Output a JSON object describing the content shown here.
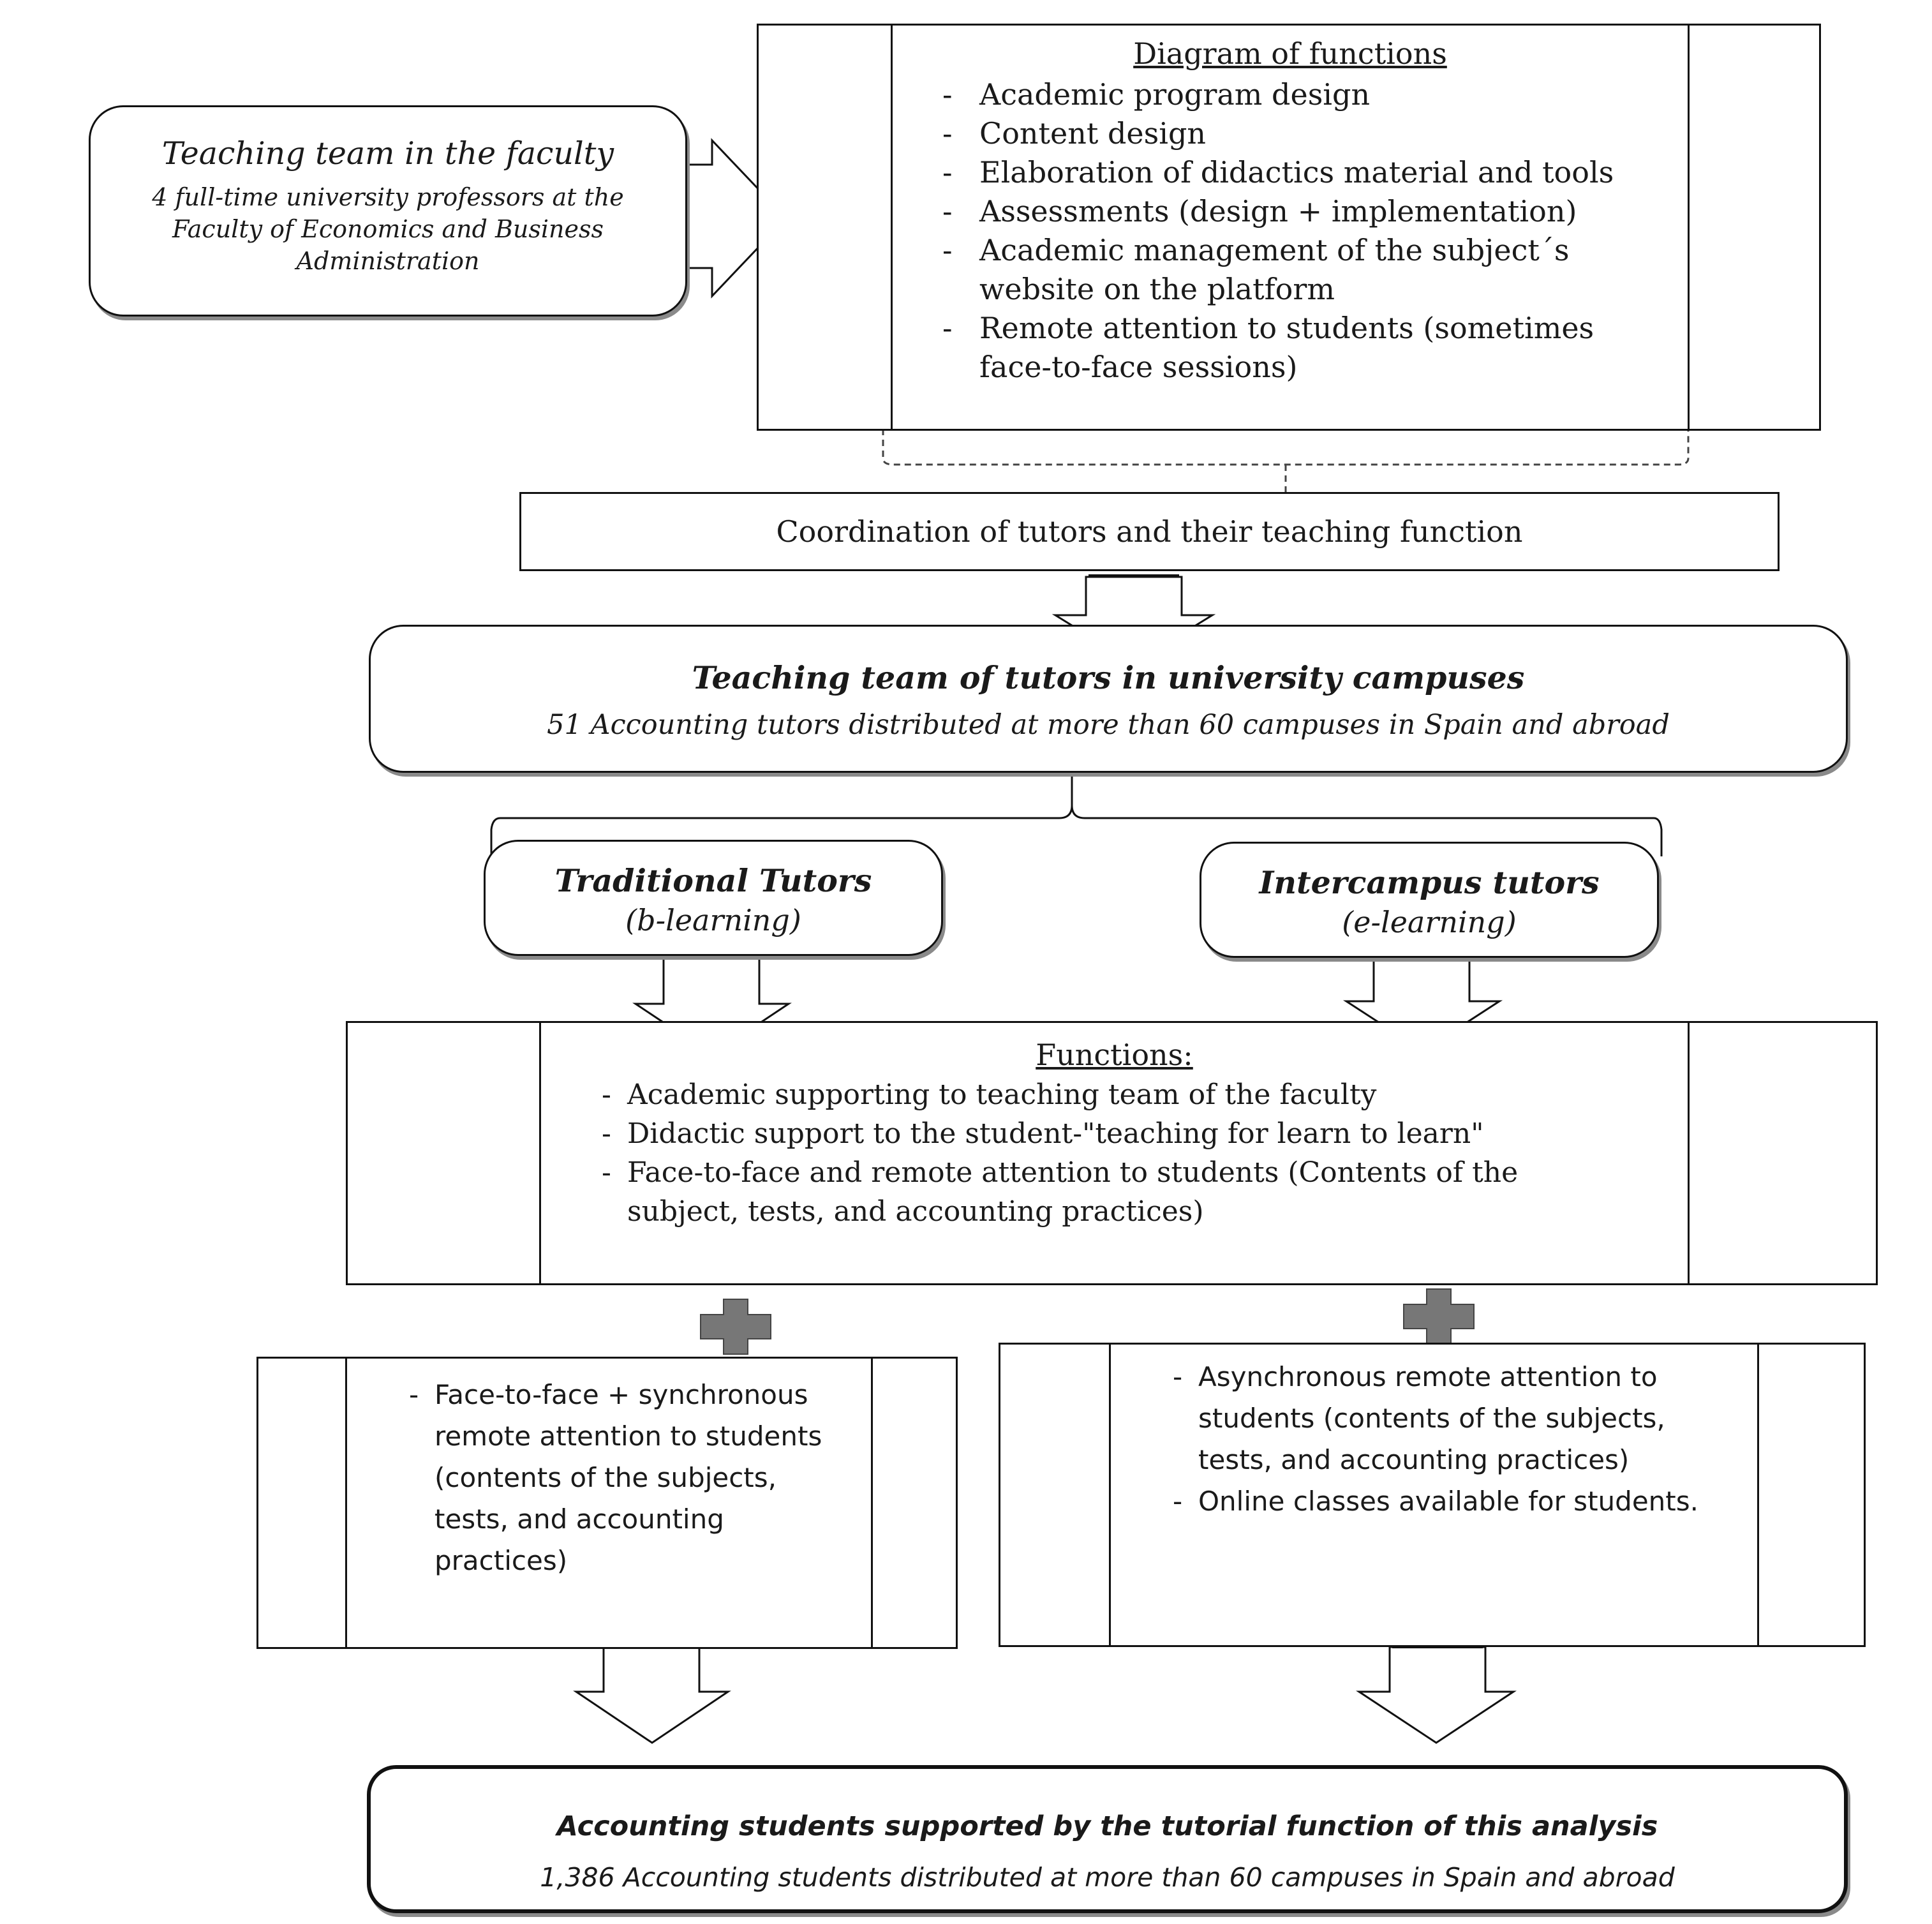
{
  "faculty_team": {
    "title": "Teaching team in the faculty",
    "subtitle": "4 full-time university professors at the Faculty of Economics and Business Administration"
  },
  "faculty_functions": {
    "heading": "Diagram of functions",
    "items": [
      "Academic program design",
      "Content design",
      "Elaboration of didactics material and tools",
      "Assessments (design + implementation)",
      "Academic management of the subject´s website on the platform",
      "Remote attention to students (sometimes face-to-face sessions)"
    ]
  },
  "coordination": {
    "label": "Coordination of tutors and their teaching function"
  },
  "tutor_team": {
    "title": "Teaching team of tutors in university campuses",
    "subtitle": "51 Accounting tutors distributed at more than 60 campuses in Spain and abroad"
  },
  "traditional_tutors": {
    "title": "Traditional Tutors",
    "subtitle": "(b-learning)"
  },
  "intercampus_tutors": {
    "title": "Intercampus tutors",
    "subtitle": "(e-learning)"
  },
  "shared_functions": {
    "heading": "Functions:",
    "items": [
      "Academic supporting to teaching team of the faculty",
      "Didactic support to the student-\"teaching for learn to learn\"",
      "Face-to-face and remote attention to students (Contents of the subject, tests, and accounting practices)"
    ]
  },
  "traditional_extra": {
    "items": [
      "Face-to-face + synchronous remote attention to students (contents of the subjects, tests, and accounting practices)"
    ]
  },
  "intercampus_extra": {
    "items": [
      "Asynchronous remote attention to students (contents of the subjects, tests, and accounting practices)",
      "Online classes available for students."
    ]
  },
  "students": {
    "title": "Accounting students supported by the tutorial function of this analysis",
    "subtitle": "1,386 Accounting students distributed at more than 60 campuses in Spain and abroad"
  },
  "colors": {
    "border": "#111111",
    "shadow": "#8a8a8a",
    "plus": "#777777"
  }
}
